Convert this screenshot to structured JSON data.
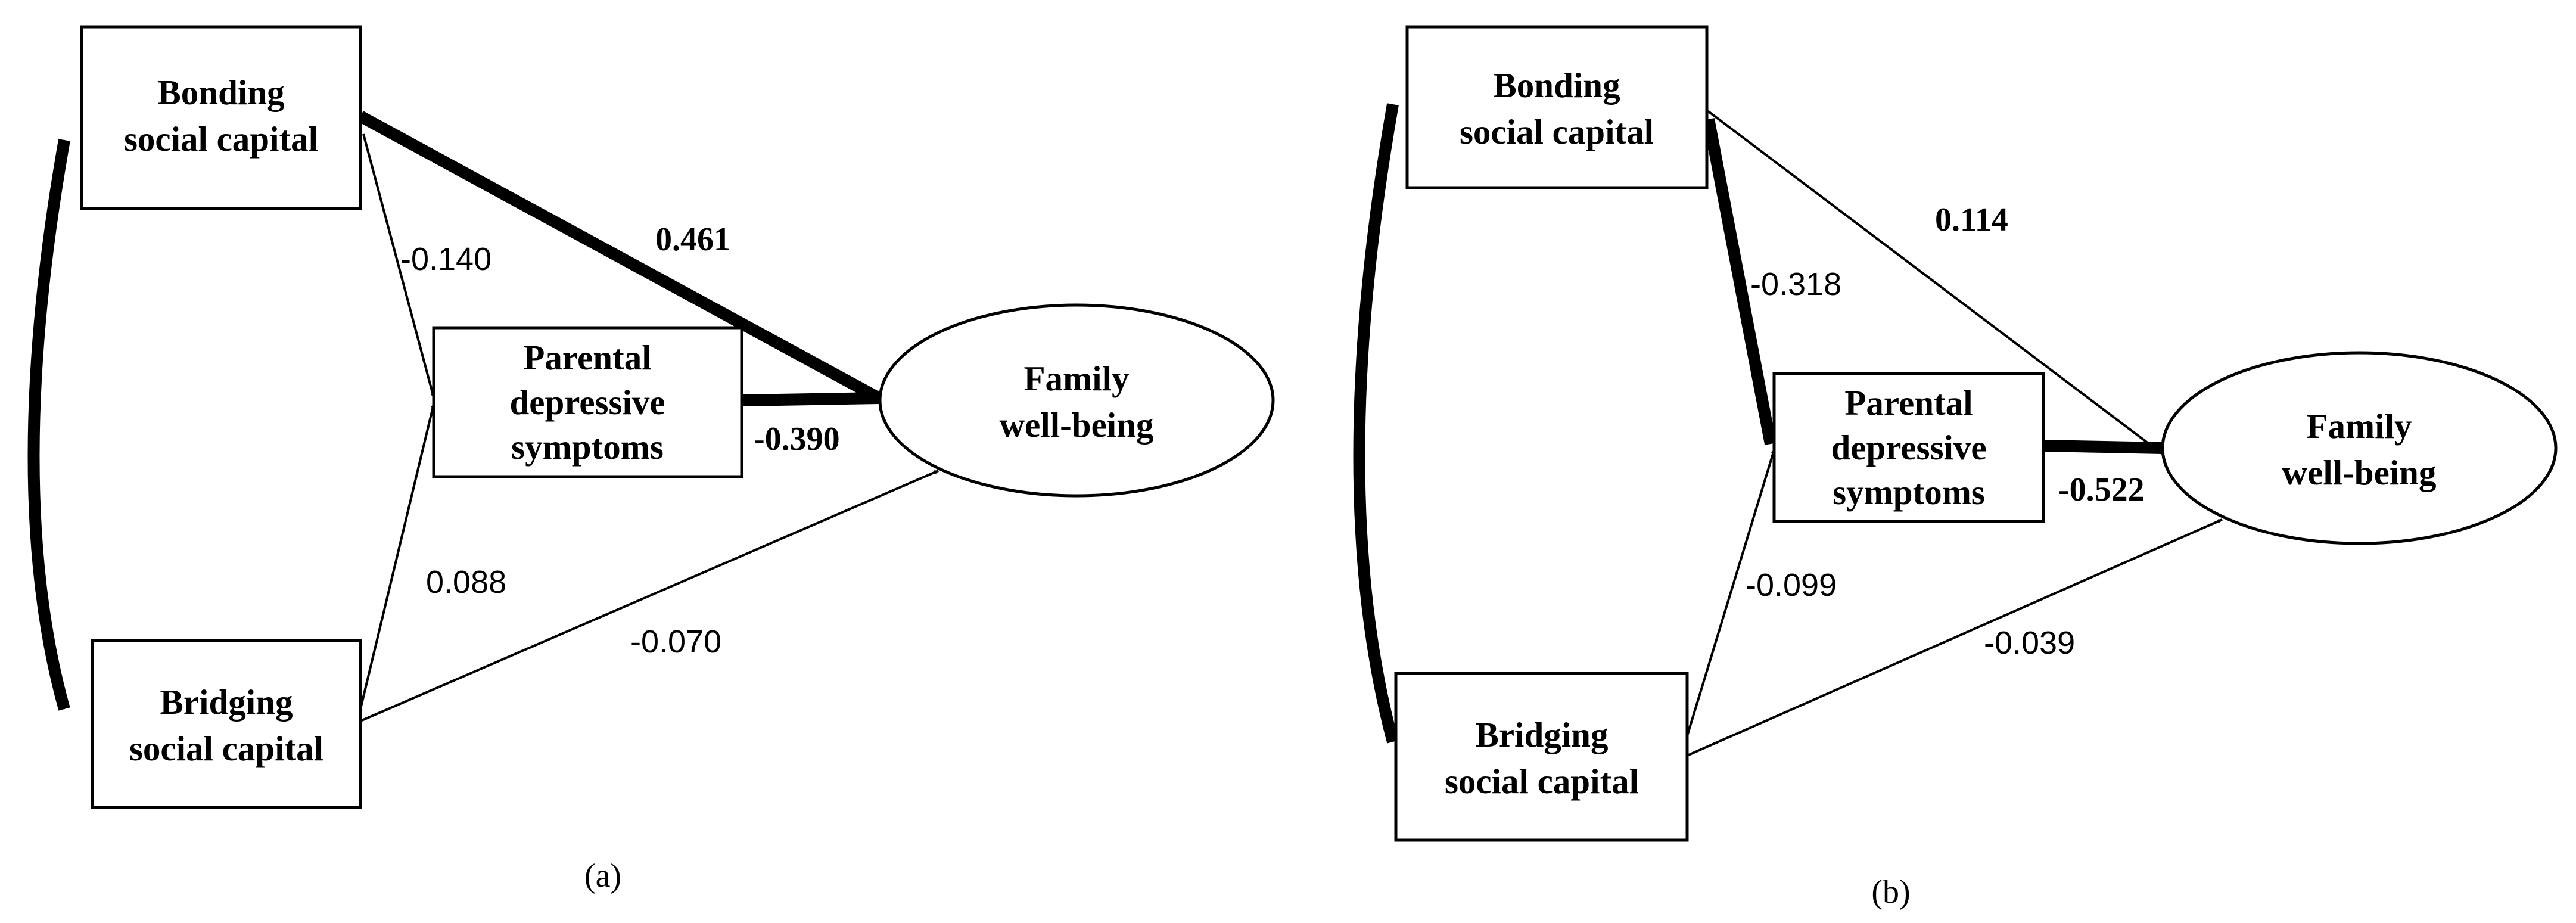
{
  "nodes": {
    "bonding": [
      "Bonding",
      "social capital"
    ],
    "bridging": [
      "Bridging",
      "social capital"
    ],
    "parental": [
      "Parental",
      "depressive",
      "symptoms"
    ],
    "family": [
      "Family",
      "well-being"
    ]
  },
  "panels": [
    {
      "label": "(a)",
      "coefficients": {
        "bonding_to_family": "0.461",
        "bonding_to_parental": "-0.140",
        "parental_to_family": "-0.390",
        "bridging_to_parental": "0.088",
        "bridging_to_family": "-0.070"
      }
    },
    {
      "label": "(b)",
      "coefficients": {
        "bonding_to_family": "0.114",
        "bonding_to_parental": "-0.318",
        "parental_to_family": "-0.522",
        "bridging_to_parental": "-0.099",
        "bridging_to_family": "-0.039"
      }
    }
  ]
}
